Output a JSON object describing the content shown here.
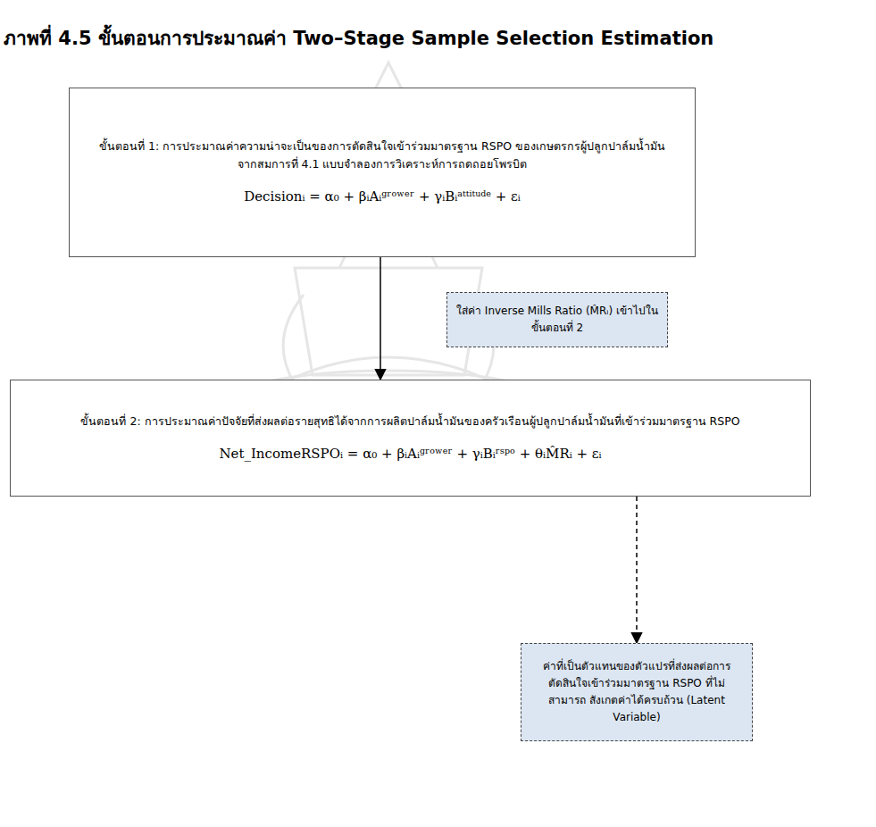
{
  "diagram": {
    "title": "ภาพที่ 4.5 ขั้นตอนการประมาณค่า Two–Stage Sample Selection Estimation",
    "nodes": [
      {
        "text": [
          "ขั้นตอนที่ 1: การประมาณค่าความน่าจะเป็นของการตัดสินใจเข้าร่วมมาตรฐาน RSPO ของเกษตรกรผู้ปลูกปาล์มน้ำมัน จากสมการที่ 4.1 แบบจำลองการวิเคราะห์การถดถอยโพรบิต",
          "Decisionᵢ = α₀ + βᵢAᵢᵍʳᵒʷᵉʳ + γᵢBᵢᵃᵗᵗⁱᵗᵘᵈᵉ + εᵢ"
        ]
      },
      {
        "text": [
          "ใส่ค่า Inverse Mills Ratio (M̂Rᵢ) เข้าไปในขั้นตอนที่ 2"
        ]
      },
      {
        "text": [
          "ขั้นตอนที่ 2: การประมาณค่าปัจจัยที่ส่งผลต่อรายสุทธิได้จากการผลิตปาล์มน้ำมันของครัวเรือนผู้ปลูกปาล์มน้ำมันที่เข้าร่วมมาตรฐาน RSPO",
          "Net_IncomeRSPOᵢ = α₀ + βᵢAᵢᵍʳᵒʷᵉʳ + γᵢBᵢʳˢᵖᵒ + θᵢM̂Rᵢ + εᵢ"
        ]
      },
      {
        "text": [
          "ค่าที่เป็นตัวแทนของตัวแปรที่ส่งผลต่อการ ตัดสินใจเข้าร่วมมาตรฐาน RSPO ที่ไม่สามารถ สังเกตค่าได้ครบถ้วน (Latent Variable)"
        ]
      }
    ],
    "edges": [
      {
        "from": 0,
        "to": 2,
        "arrow": "to"
      },
      {
        "from": 2,
        "to": 3,
        "arrow": "to"
      }
    ]
  }
}
